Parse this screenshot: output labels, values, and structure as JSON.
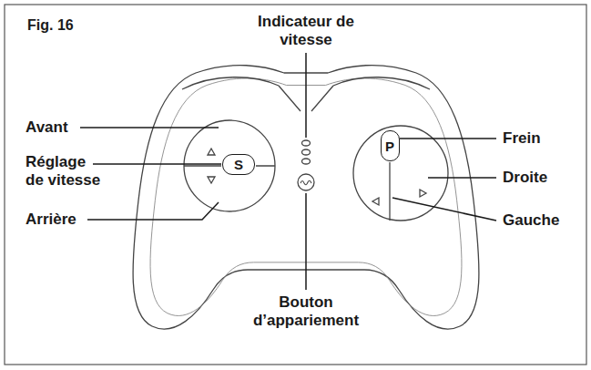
{
  "diagram": {
    "nodes": [
      {
        "text": [
          "S"
        ]
      },
      {
        "text": [
          "P"
        ]
      }
    ],
    "labels": [
      "Fig. 16",
      "Indicateur de vitesse",
      "Avant",
      "Réglage de vitesse",
      "Arrière",
      "Frein",
      "Droite",
      "Gauche",
      "Bouton d’appariement"
    ]
  }
}
